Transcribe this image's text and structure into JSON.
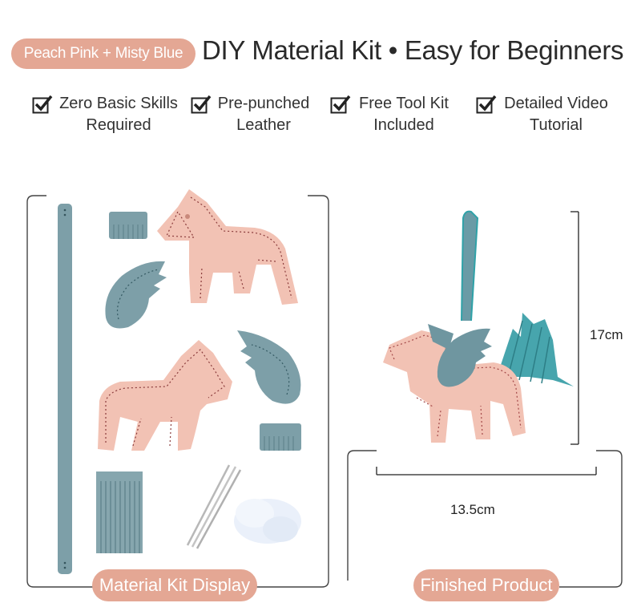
{
  "header": {
    "color_pill": "Peach Pink + Misty Blue",
    "headline": "DIY Material Kit • Easy for Beginners"
  },
  "features": [
    {
      "line1": "Zero Basic Skills",
      "line2": "Required"
    },
    {
      "line1": "Pre-punched",
      "line2": "Leather"
    },
    {
      "line1": "Free Tool Kit",
      "line2": "Included"
    },
    {
      "line1": "Detailed Video",
      "line2": "Tutorial"
    }
  ],
  "dimensions": {
    "height": "17cm",
    "width": "13.5cm"
  },
  "labels": {
    "left": "Material Kit Display",
    "right": "Finished Product"
  },
  "colors": {
    "pink": "#f2c2b4",
    "blue": "#7d9fa8",
    "accent": "#e4a794"
  }
}
